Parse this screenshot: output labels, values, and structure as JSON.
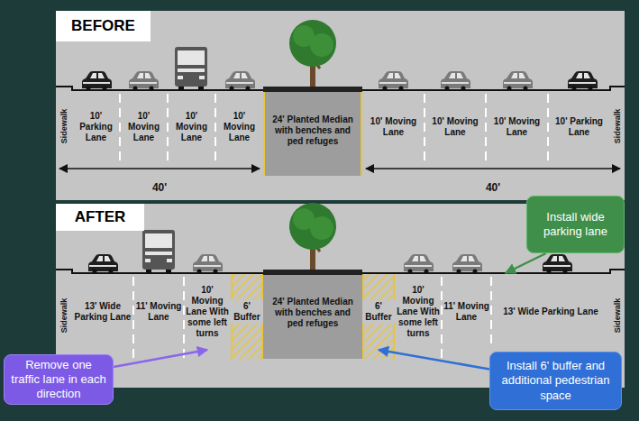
{
  "diagram": {
    "nodes": [
      {
        "text": [
          "BEFORE"
        ]
      },
      {
        "text": [
          "10' Parking Lane"
        ]
      },
      {
        "text": [
          "10' Moving Lane"
        ]
      },
      {
        "text": [
          "10' Moving Lane"
        ]
      },
      {
        "text": [
          "10' Moving Lane"
        ]
      },
      {
        "text": [
          "24' Planted Median with benches and ped refuges"
        ]
      },
      {
        "text": [
          "10' Moving Lane"
        ]
      },
      {
        "text": [
          "10' Moving Lane"
        ]
      },
      {
        "text": [
          "10' Moving Lane"
        ]
      },
      {
        "text": [
          "10' Parking Lane"
        ]
      },
      {
        "text": [
          "AFTER"
        ]
      },
      {
        "text": [
          "13' Wide Parking Lane"
        ]
      },
      {
        "text": [
          "11' Moving Lane"
        ]
      },
      {
        "text": [
          "10' Moving Lane With some left turns"
        ]
      },
      {
        "text": [
          "6' Buffer"
        ]
      },
      {
        "text": [
          "24' Planted Median with benches and ped refuges"
        ]
      },
      {
        "text": [
          "6' Buffer"
        ]
      },
      {
        "text": [
          "10' Moving Lane With some left turns"
        ]
      },
      {
        "text": [
          "11' Moving Lane"
        ]
      },
      {
        "text": [
          "13' Wide Parking Lane"
        ]
      },
      {
        "text": [
          "Install wide parking lane"
        ]
      },
      {
        "text": [
          "Remove one traffic lane in each direction"
        ]
      },
      {
        "text": [
          "Install 6' buffer and additional pedestrian space"
        ]
      }
    ],
    "edges": [
      {
        "from": 20,
        "to": 19,
        "arrow": "to"
      },
      {
        "from": 21,
        "to": 13,
        "arrow": "to"
      },
      {
        "from": 22,
        "to": 16,
        "arrow": "to"
      }
    ],
    "labels": [
      "Sidewalk",
      "Sidewalk",
      "40'",
      "40'",
      "Sidewalk",
      "Sidewalk"
    ]
  }
}
